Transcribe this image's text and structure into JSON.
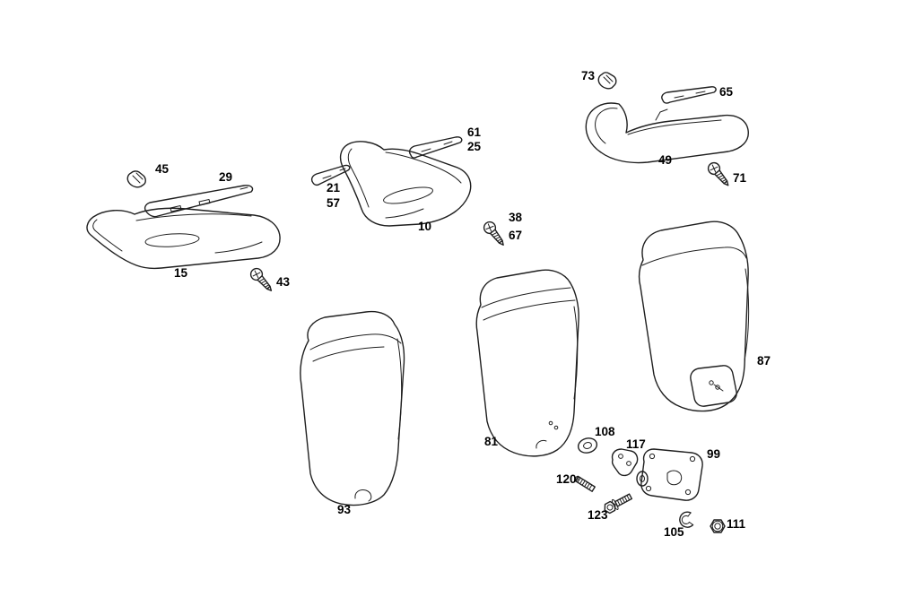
{
  "page": {
    "background": "#ffffff",
    "line_color": "#1f1f1f",
    "label_color": "#000000"
  },
  "labels": {
    "l73": {
      "text": "73"
    },
    "l65": {
      "text": "65"
    },
    "l49": {
      "text": "49"
    },
    "l71": {
      "text": "71"
    },
    "l61": {
      "text": "61"
    },
    "l25": {
      "text": "25"
    },
    "l21": {
      "text": "21"
    },
    "l57": {
      "text": "57"
    },
    "l10": {
      "text": "10"
    },
    "l38": {
      "text": "38"
    },
    "l67": {
      "text": "67"
    },
    "l45": {
      "text": "45"
    },
    "l29": {
      "text": "29"
    },
    "l15": {
      "text": "15"
    },
    "l43": {
      "text": "43"
    },
    "l87": {
      "text": "87"
    },
    "l81": {
      "text": "81"
    },
    "l93": {
      "text": "93"
    },
    "l108": {
      "text": "108"
    },
    "l117": {
      "text": "117"
    },
    "l99": {
      "text": "99"
    },
    "l120": {
      "text": "120"
    },
    "l123": {
      "text": "123"
    },
    "l105": {
      "text": "105"
    },
    "l111": {
      "text": "111"
    }
  }
}
